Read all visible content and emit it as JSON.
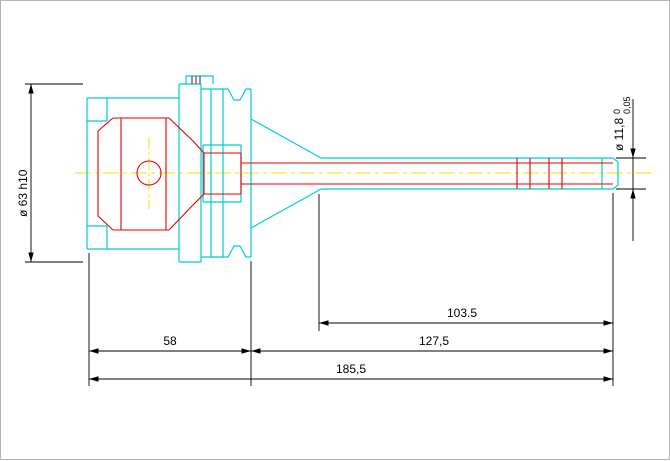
{
  "drawing": {
    "kind": "tool-holder-technical-drawing",
    "colors": {
      "geometry_outline": "#00cfcf",
      "section_detail": "#e60000",
      "centerline": "#f0e100",
      "dimension": "#000000",
      "background": "#ffffff",
      "frame": "#b4b4b4"
    }
  },
  "dims": {
    "body_diameter": "ø 63 h10",
    "tip_tol_upper": "0",
    "tip_diameter": "ø 11,8",
    "tip_tol_lower": "0,05",
    "len_103": "103.5",
    "len_58": "58",
    "len_127": "127,5",
    "len_total": "185,5"
  }
}
